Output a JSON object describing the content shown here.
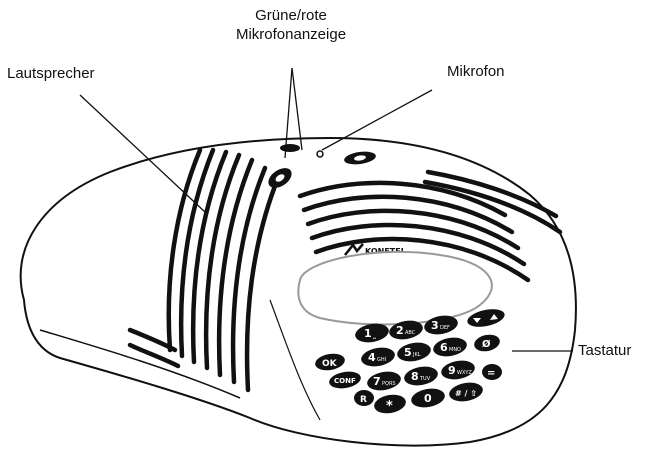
{
  "labels": {
    "mic_indicator_line1": "Grüne/rote",
    "mic_indicator_line2": "Mikrofonanzeige",
    "speaker": "Lautsprecher",
    "microphone": "Mikrofon",
    "keypad": "Tastatur"
  },
  "brand": "KONFTEL",
  "keys": {
    "k1": "1",
    "k1_sub": "⎵",
    "k2": "2",
    "k2_sub": "ABC",
    "k3": "3",
    "k3_sub": "DEF",
    "k4": "4",
    "k4_sub": "GHI",
    "k5": "5",
    "k5_sub": "JKL",
    "k6": "6",
    "k6_sub": "MNO",
    "k7": "7",
    "k7_sub": "PQRS",
    "k8": "8",
    "k8_sub": "TUV",
    "k9": "9",
    "k9_sub": "WXYZ",
    "k0": "0",
    "kstar": "*",
    "khash": "# / ⇧",
    "ok": "OK",
    "conf": "CONF",
    "r": "R",
    "mute": "Ø",
    "eq": "="
  },
  "colors": {
    "line": "#111111",
    "body_fill": "#ffffff",
    "key_fill": "#111111",
    "key_text": "#ffffff",
    "display_edge": "#aaaaaa"
  }
}
